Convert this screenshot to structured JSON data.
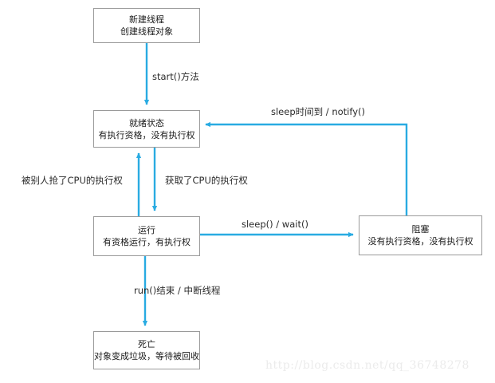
{
  "diagram": {
    "colors": {
      "arrow": "#29ABE2",
      "box_border": "#9a9a9a",
      "text": "#1a1a1a",
      "watermark": "#ebebeb",
      "background": "#ffffff"
    },
    "nodes": [
      {
        "id": "new",
        "title": "新建线程",
        "subtitle": "创建线程对象"
      },
      {
        "id": "ready",
        "title": "就绪状态",
        "subtitle": "有执行资格，没有执行权"
      },
      {
        "id": "running",
        "title": "运行",
        "subtitle": "有资格运行，有执行权"
      },
      {
        "id": "blocked",
        "title": "阻塞",
        "subtitle": "没有执行资格，没有执行权"
      },
      {
        "id": "dead",
        "title": "死亡",
        "subtitle": "对象变成垃圾，等待被回收"
      }
    ],
    "edges": [
      {
        "id": "start",
        "label": "start()方法",
        "from": "new",
        "to": "ready"
      },
      {
        "id": "preempt",
        "label": "被别人抢了CPU的执行权",
        "from": "running",
        "to": "ready"
      },
      {
        "id": "acquire",
        "label": "获取了CPU的执行权",
        "from": "ready",
        "to": "running"
      },
      {
        "id": "sleep_wait",
        "label": "sleep() / wait()",
        "from": "running",
        "to": "blocked"
      },
      {
        "id": "notify",
        "label": "sleep时间到 / notify()",
        "from": "blocked",
        "to": "ready"
      },
      {
        "id": "run_end",
        "label": "run()结束 / 中断线程",
        "from": "running",
        "to": "dead"
      }
    ],
    "watermark": "http://blog.csdn.net/qq_36748278"
  }
}
